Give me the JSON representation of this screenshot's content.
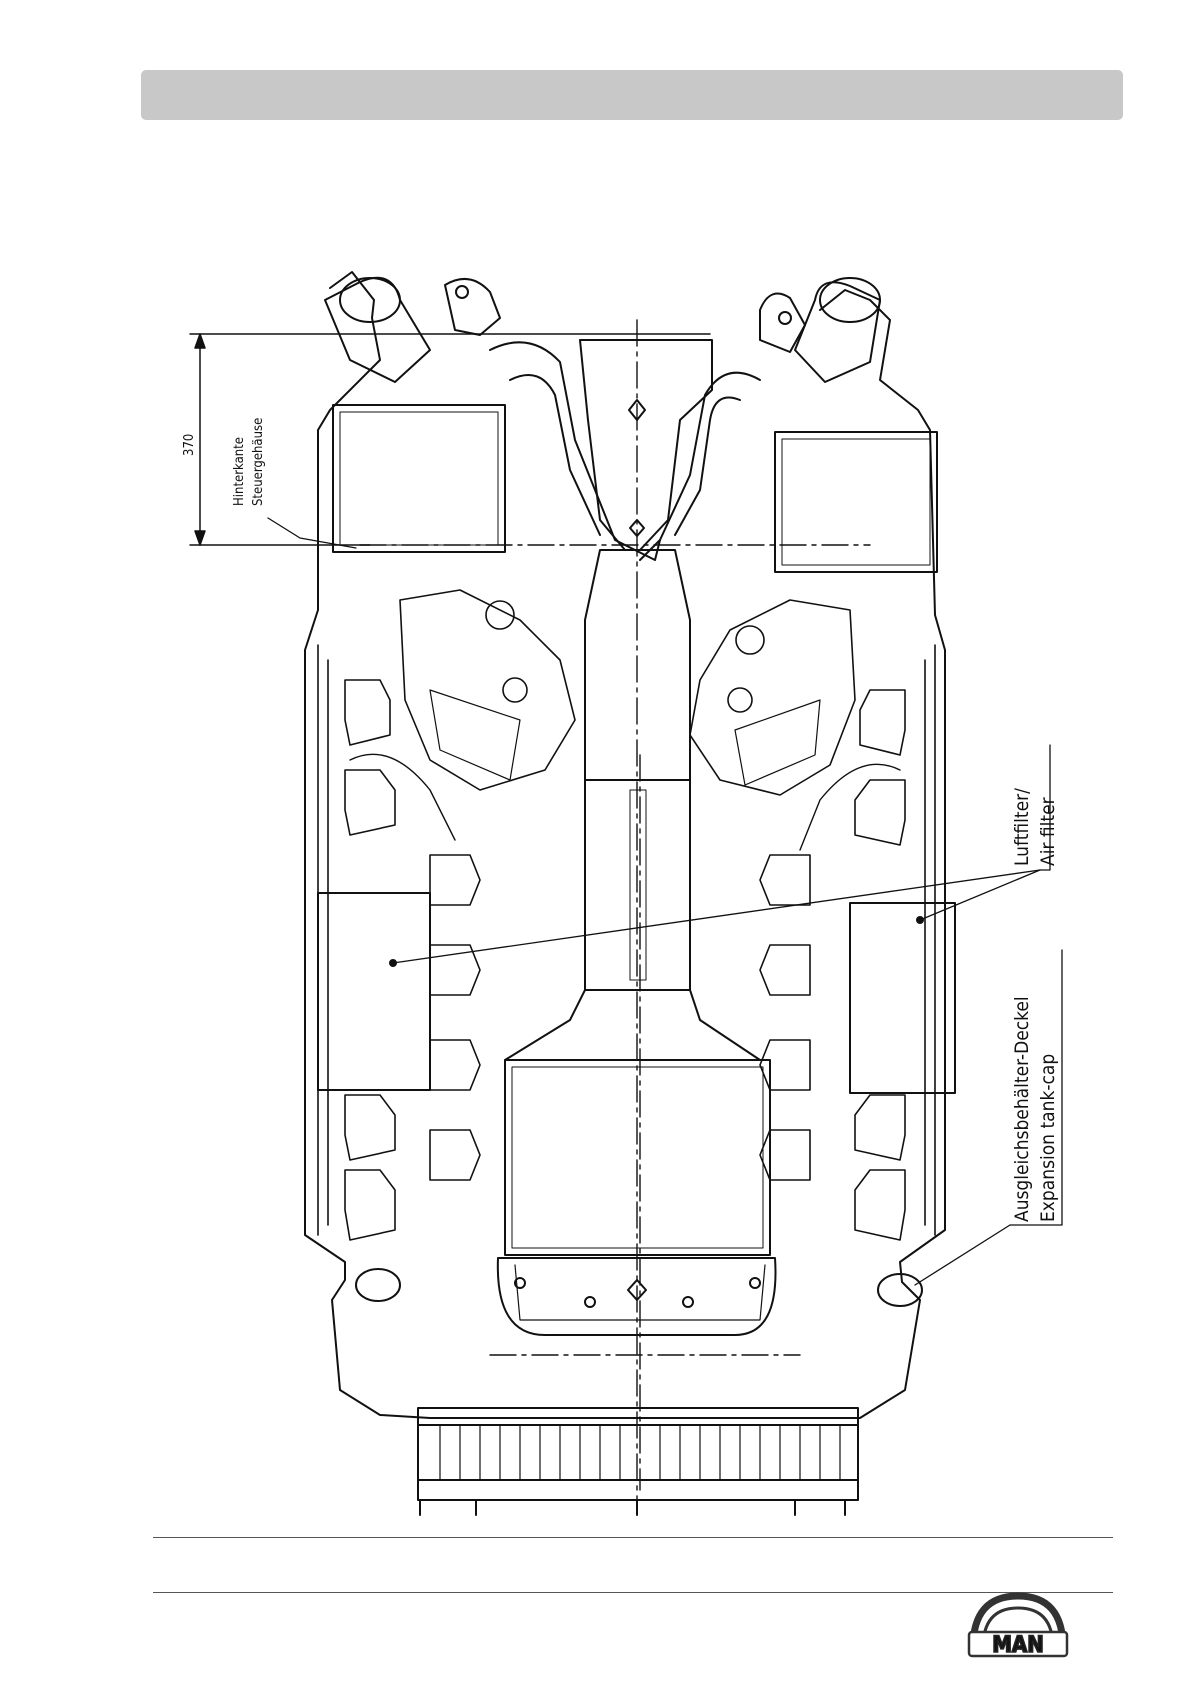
{
  "drawing": {
    "dimension": {
      "value": "370"
    },
    "labels": {
      "rear_edge_line1": "Hinterkante",
      "rear_edge_line2": "Steuergehäuse",
      "air_filter_line1": "Luftfilter/",
      "air_filter_line2": "Air filter",
      "tank_cap_line1": "Ausgleichsbehälter-Deckel",
      "tank_cap_line2": "Expansion tank-cap"
    }
  },
  "footer": {
    "logo_text": "MAN"
  },
  "colors": {
    "header_bar": "#c8c8c8",
    "line": "#111111"
  }
}
